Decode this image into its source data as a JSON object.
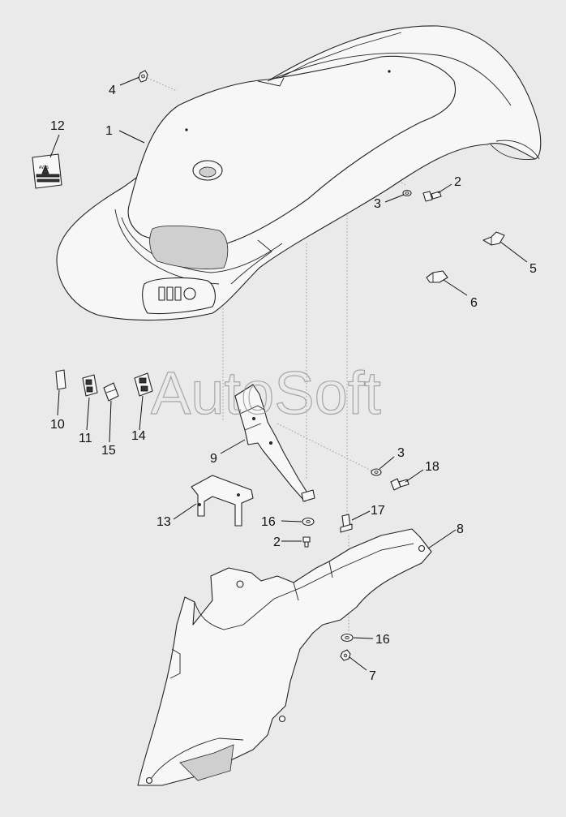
{
  "watermark": "AutoSoft",
  "callouts": [
    {
      "id": "c1",
      "label": "1"
    },
    {
      "id": "c2a",
      "label": "2"
    },
    {
      "id": "c2b",
      "label": "2"
    },
    {
      "id": "c3a",
      "label": "3"
    },
    {
      "id": "c3b",
      "label": "3"
    },
    {
      "id": "c4",
      "label": "4"
    },
    {
      "id": "c5",
      "label": "5"
    },
    {
      "id": "c6",
      "label": "6"
    },
    {
      "id": "c7",
      "label": "7"
    },
    {
      "id": "c8",
      "label": "8"
    },
    {
      "id": "c9",
      "label": "9"
    },
    {
      "id": "c10",
      "label": "10"
    },
    {
      "id": "c11",
      "label": "11"
    },
    {
      "id": "c12",
      "label": "12"
    },
    {
      "id": "c13",
      "label": "13"
    },
    {
      "id": "c14",
      "label": "14"
    },
    {
      "id": "c15",
      "label": "15"
    },
    {
      "id": "c16a",
      "label": "16"
    },
    {
      "id": "c16b",
      "label": "16"
    },
    {
      "id": "c17",
      "label": "17"
    },
    {
      "id": "c18",
      "label": "18"
    }
  ]
}
